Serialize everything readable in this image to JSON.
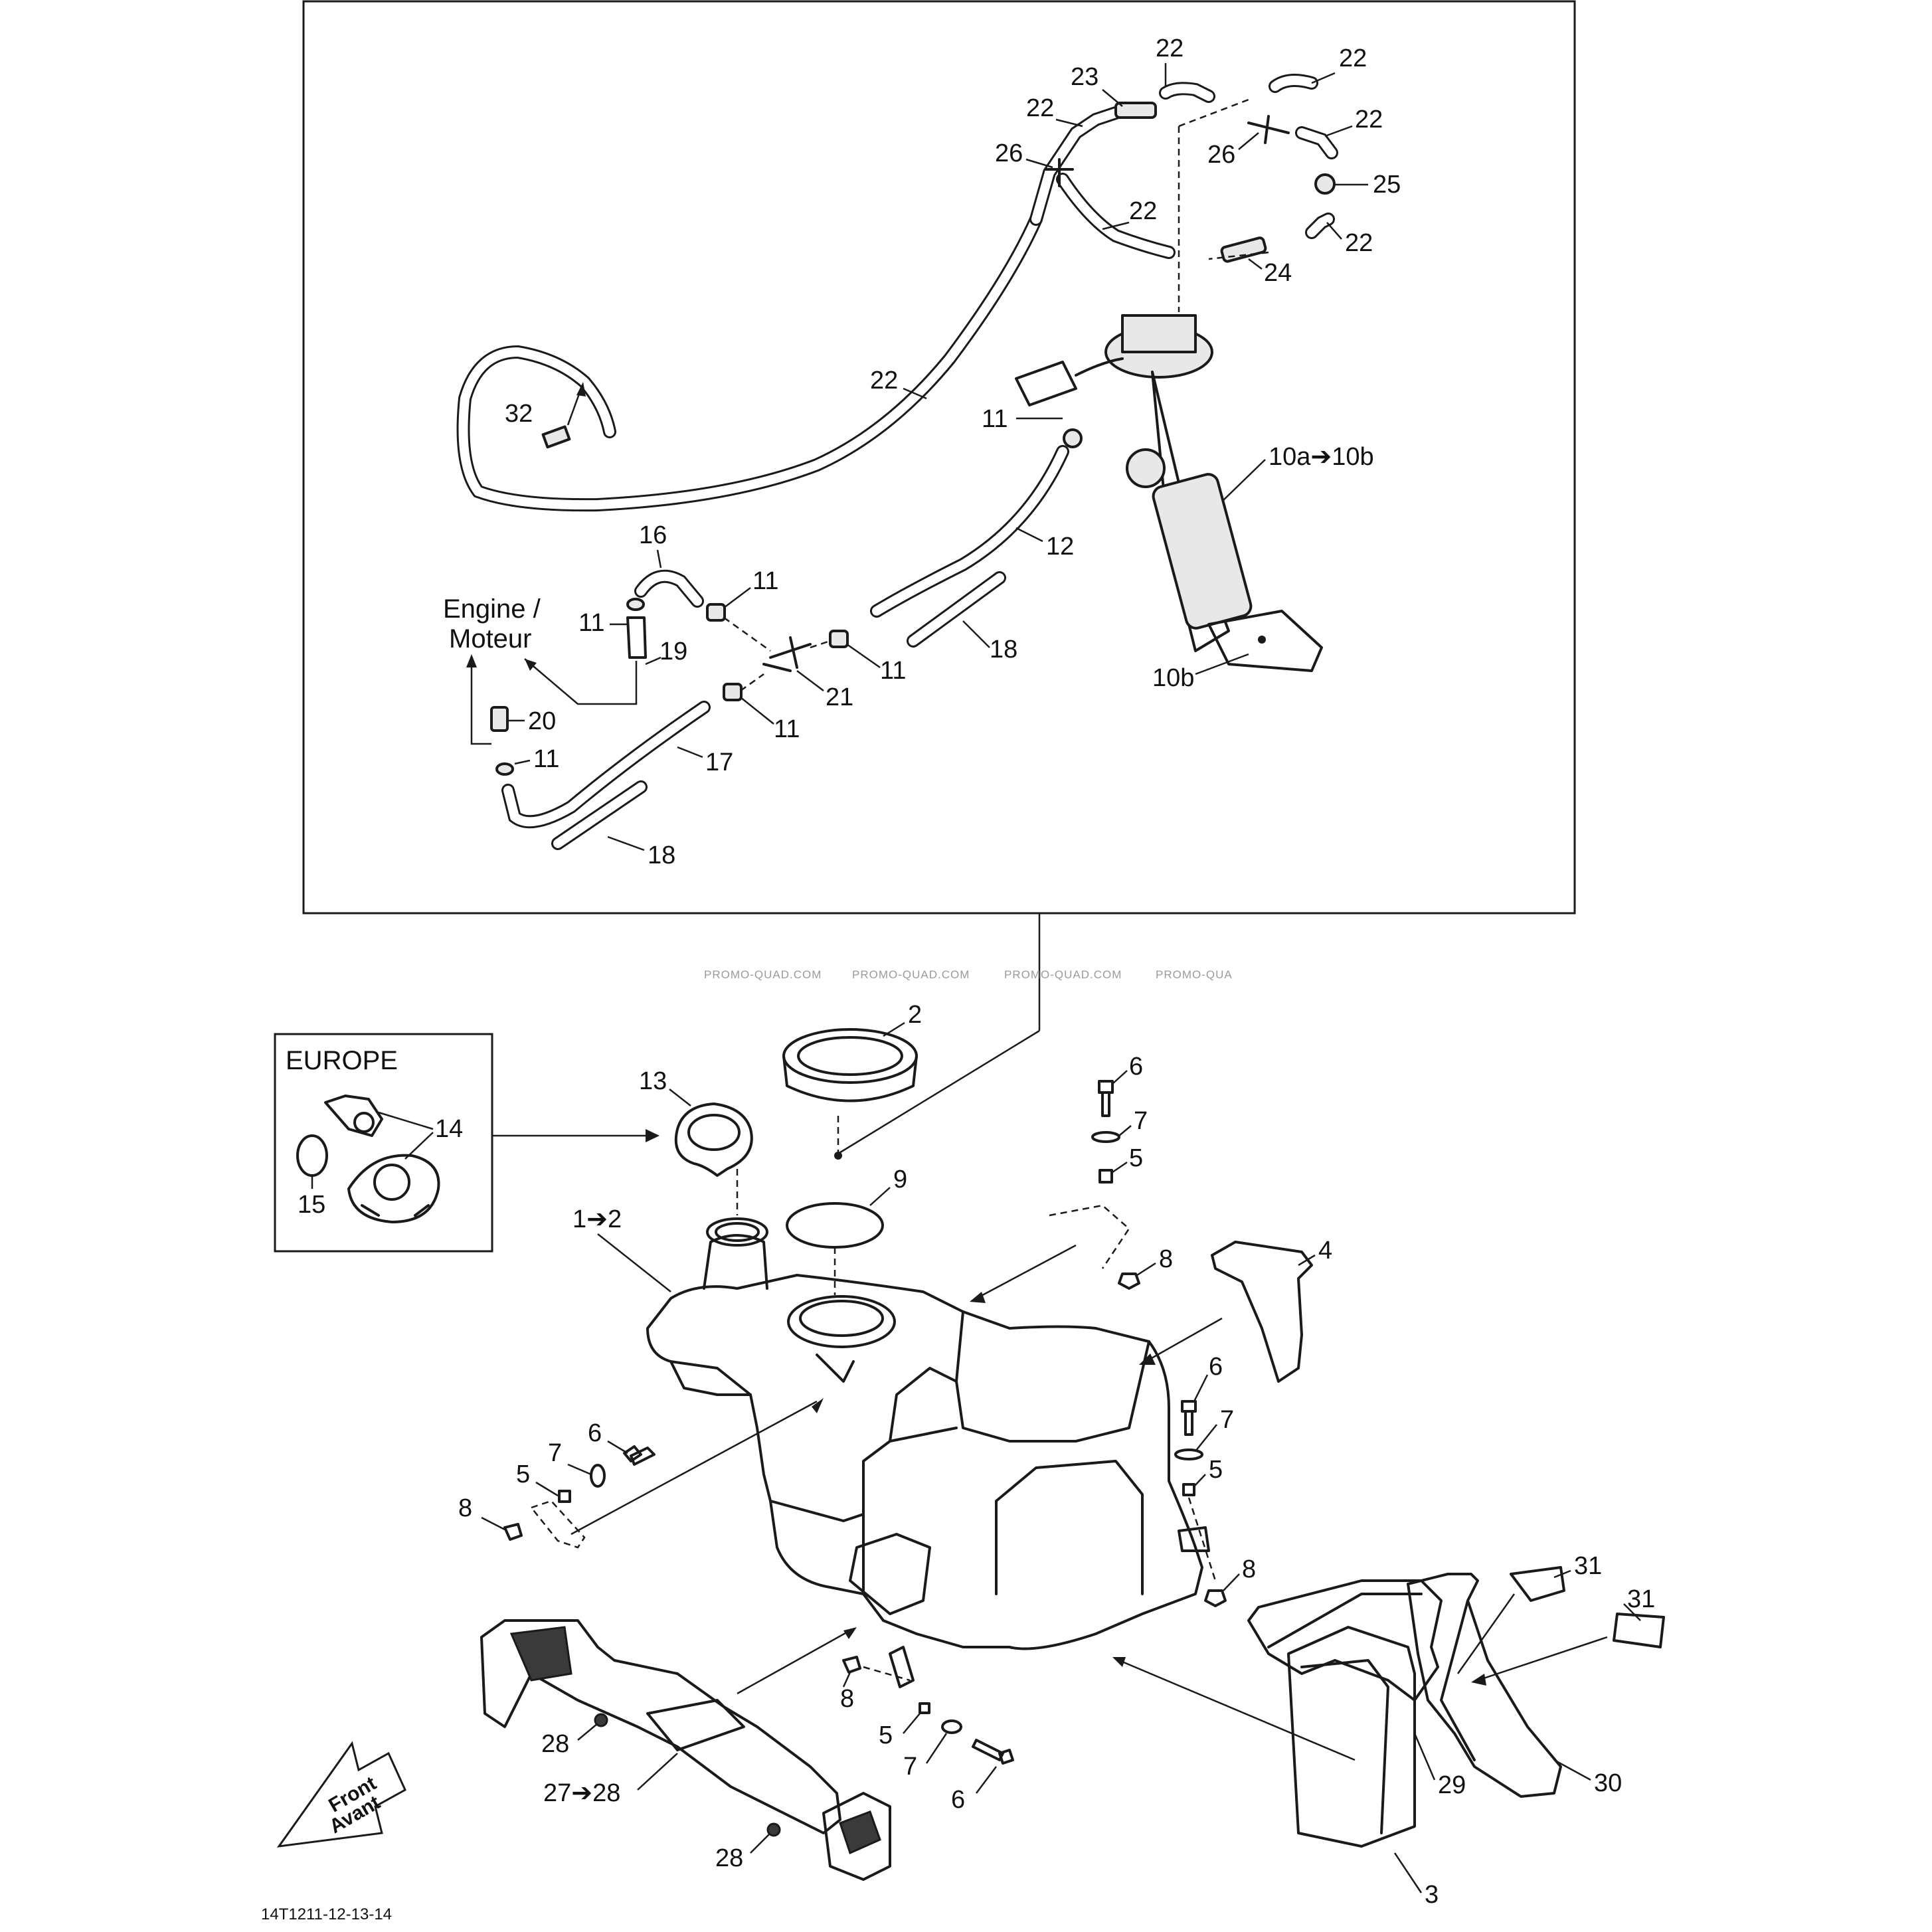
{
  "labels": {
    "engine_line1": "Engine /",
    "engine_line2": "Moteur",
    "europe": "EUROPE",
    "front_line1": "Front",
    "front_line2": "Avant",
    "drawing_code": "14T1211-12-13-14",
    "watermark": "PROMO-QUAD.COM",
    "watermark_cut": "PROMO-QUA"
  },
  "callouts": {
    "c1": "1➔2",
    "c2": "2",
    "c3": "3",
    "c4": "4",
    "c5a": "5",
    "c5b": "5",
    "c5c": "5",
    "c5d": "5",
    "c6a": "6",
    "c6b": "6",
    "c6c": "6",
    "c6d": "6",
    "c7a": "7",
    "c7b": "7",
    "c7c": "7",
    "c7d": "7",
    "c8a": "8",
    "c8b": "8",
    "c8c": "8",
    "c8d": "8",
    "c9": "9",
    "c10a": "10a➔10b",
    "c10b": "10b",
    "c11a": "11",
    "c11b": "11",
    "c11c": "11",
    "c11d": "11",
    "c11e": "11",
    "c11f": "11",
    "c12": "12",
    "c13": "13",
    "c14": "14",
    "c15": "15",
    "c16": "16",
    "c17": "17",
    "c18a": "18",
    "c18b": "18",
    "c19": "19",
    "c20": "20",
    "c21": "21",
    "c22a": "22",
    "c22b": "22",
    "c22c": "22",
    "c22d": "22",
    "c22e": "22",
    "c22f": "22",
    "c22g": "22",
    "c23": "23",
    "c24": "24",
    "c25": "25",
    "c26a": "26",
    "c26b": "26",
    "c27": "27➔28",
    "c28a": "28",
    "c28b": "28",
    "c29": "29",
    "c30": "30",
    "c31a": "31",
    "c31b": "31",
    "c32": "32"
  }
}
